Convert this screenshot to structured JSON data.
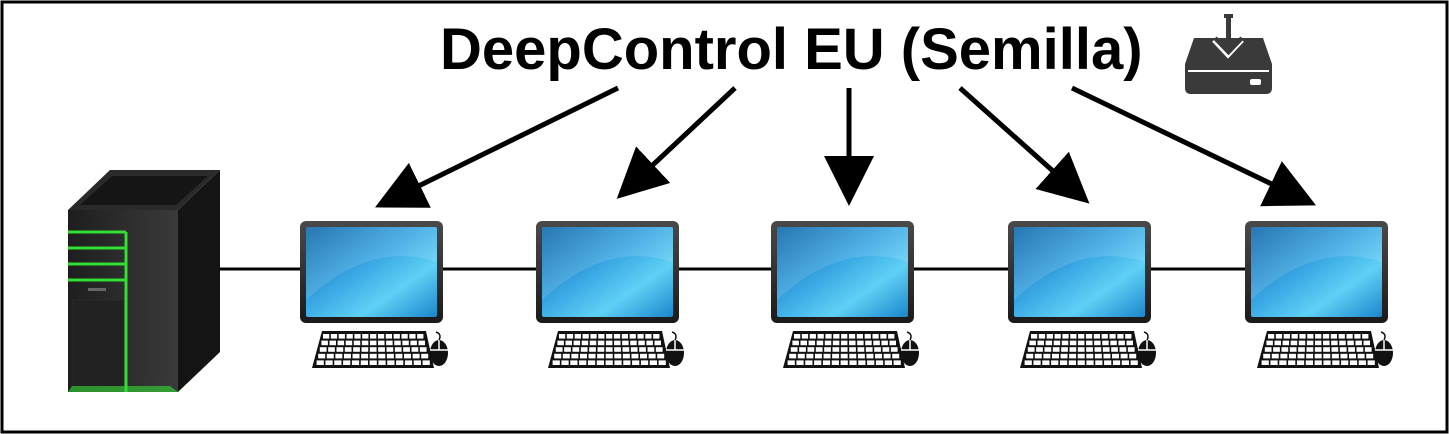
{
  "title": "DeepControl EU (Semilla)",
  "icons": {
    "seed": "download-drive-icon",
    "server": "server-tower-icon",
    "monitor": "monitor-icon",
    "keyboard": "keyboard-icon",
    "mouse": "mouse-icon"
  },
  "colors": {
    "border": "#000000",
    "screen_light": "#5fd0f5",
    "screen_dark": "#0a64a8",
    "server_led": "#33dd33",
    "drive_icon": "#3a3a3a"
  },
  "workstations": [
    {
      "id": "pc-1"
    },
    {
      "id": "pc-2"
    },
    {
      "id": "pc-3"
    },
    {
      "id": "pc-4"
    },
    {
      "id": "pc-5"
    }
  ]
}
